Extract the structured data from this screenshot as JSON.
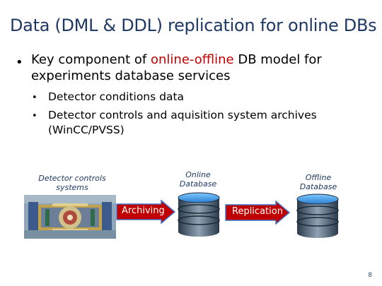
{
  "slide": {
    "title": "Data (DML & DDL) replication for online DBs",
    "bullet_main_prefix": "Key component of ",
    "bullet_main_accent": "online-offline",
    "bullet_main_suffix": " DB model for experiments database services",
    "sub_bullets": [
      "Detector conditions data",
      "Detector controls and aquisition system archives (WinCC/PVSS)"
    ],
    "bullet_symbol": "•",
    "page_number": "8"
  },
  "diagram": {
    "detector_label": "Detector controls systems",
    "online_label": "Online Database",
    "offline_label": "Offline Database",
    "archiving_label": "Archiving",
    "replication_label": "Replication"
  },
  "colors": {
    "title": "#1f3864",
    "accent": "#c00000",
    "arrow_fill": "#c00000",
    "arrow_border": "#4472c4",
    "label_text": "#1f3864"
  },
  "icons": [
    "detector-image",
    "database-icon",
    "arrow-right-icon"
  ]
}
